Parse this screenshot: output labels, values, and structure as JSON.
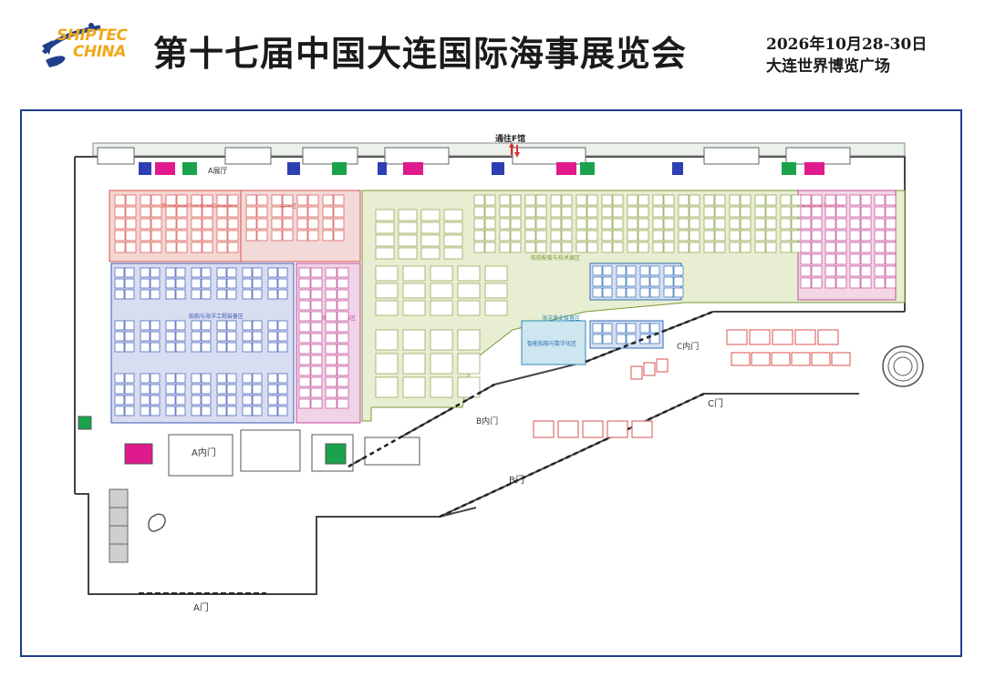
{
  "header": {
    "logo_line1": "SHIPTEC",
    "logo_line2": "CHINA",
    "title": "第十七届中国大连国际海事展览会",
    "date": "2026年10月28-30日",
    "venue": "大连世界博览广场"
  },
  "map": {
    "zones": [
      {
        "label": "高性能船舶与新能源船舶装备区",
        "color": "#d9534f"
      },
      {
        "label": "船舶与海洋工程装备区",
        "color": "#3b5bb5"
      },
      {
        "label": "港航综合服务区",
        "color": "#c04a9a"
      },
      {
        "label": "船舶配套与技术展区",
        "color": "#7a9a3a"
      },
      {
        "label": "智能船舶与数字化区",
        "color": "#2e6db3"
      },
      {
        "label": "海洋渔业装备区",
        "color": "#2e8ab3"
      },
      {
        "label": "通用机械与动力区",
        "color": "#d9534f"
      },
      {
        "label": "会议区",
        "color": "#b04040"
      }
    ],
    "gates": {
      "a_gate": "A门",
      "a_inner_gate": "A内门",
      "a_hall_gate": "A展厅",
      "b_gate": "B门",
      "b_inner_gate": "B内门",
      "c_gate": "C门",
      "c_inner_gate": "C内门",
      "f_hall": "通往F馆"
    },
    "colors": {
      "frame": "#1f3f8a",
      "zone_red": "#e8a6a2",
      "zone_blue": "#c5cbe8",
      "zone_pink": "#ecc4dc",
      "zone_green": "#dfe8c2",
      "zone_lightblue": "#cde6f0",
      "wall": "#444444",
      "restroom_green": "#1aa34a",
      "restroom_blue": "#2d3fb2",
      "restroom_magenta": "#e01a8c"
    }
  }
}
